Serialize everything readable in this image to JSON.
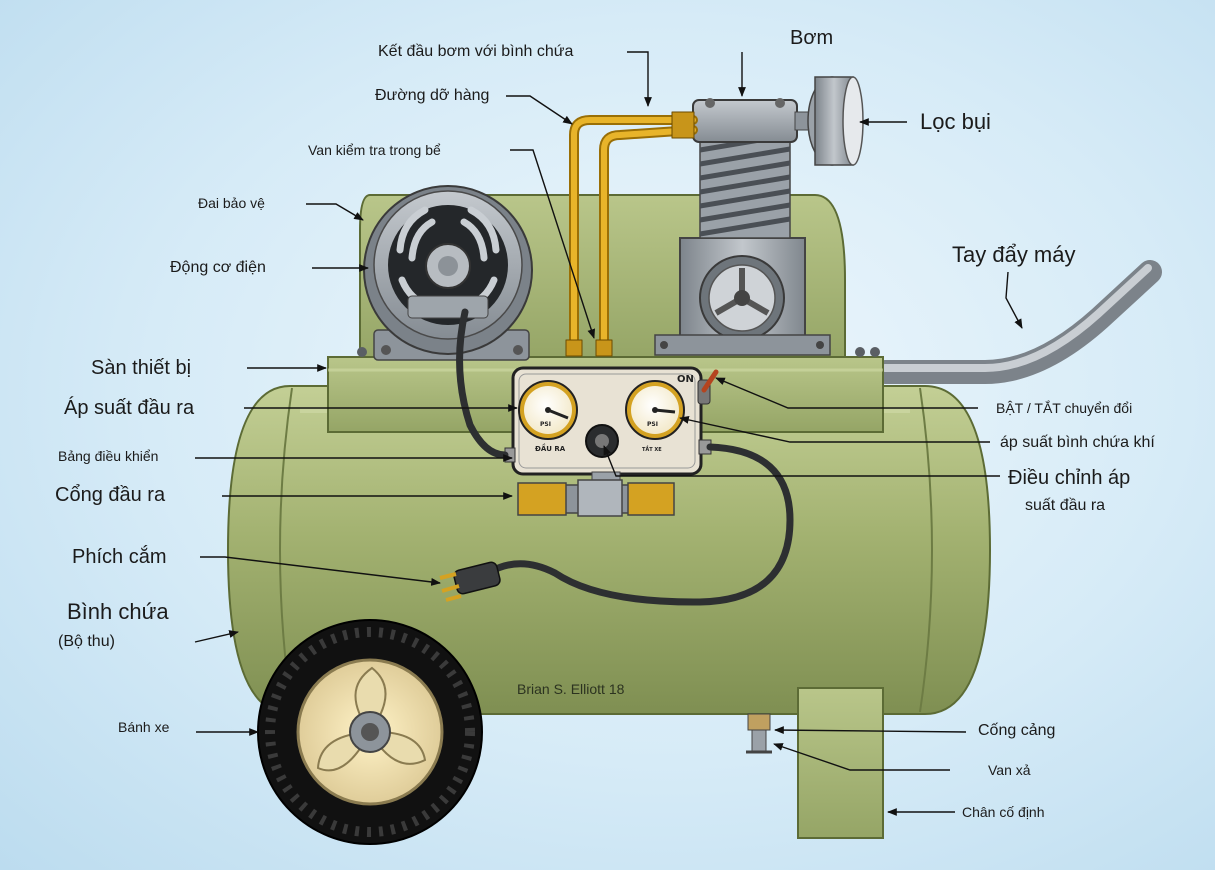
{
  "labels": {
    "ket_dau": "Kết đầu bơm với bình chứa",
    "bom": "Bơm",
    "duong_do": "Đường dỡ hàng",
    "loc_bui": "Lọc bụi",
    "van_kiem": "Van kiểm tra trong bể",
    "dai_bao_ve": "Đai bảo vệ",
    "dong_co": "Động cơ điện",
    "tay_day": "Tay đẩy máy",
    "san": "Sàn thiết bị",
    "ap_suat_ra": "Áp suất đầu ra",
    "bat_tat": "BẬT / TẮT chuyển đổi",
    "ap_suat_binh": "áp suất bình chứa khí",
    "bang_dieu_khien": "Bảng điều khiển",
    "dieu_chinh_1": "Điều chỉnh áp",
    "dieu_chinh_2": "suất đầu ra",
    "cong_ra": "Cổng đầu ra",
    "phich": "Phích cắm",
    "binh_chua": "Bình chứa",
    "bo_thu": "(Bộ thu)",
    "banh_xe": "Bánh xe",
    "cong_cang": "Cống cảng",
    "van_xa": "Van xả",
    "chan": "Chân cố định"
  },
  "panel": {
    "on": "ON",
    "gauge_left": "ĐẦU RA",
    "gauge_right": "TẮT XE",
    "psi": "PSI"
  },
  "signature": "Brian S. Elliott 18",
  "colors": {
    "tank": "#a3b271",
    "tank_dark": "#7f8f52",
    "pipe": "#e0a415",
    "metal": "#9aa1a8",
    "arrow": "#111111"
  }
}
